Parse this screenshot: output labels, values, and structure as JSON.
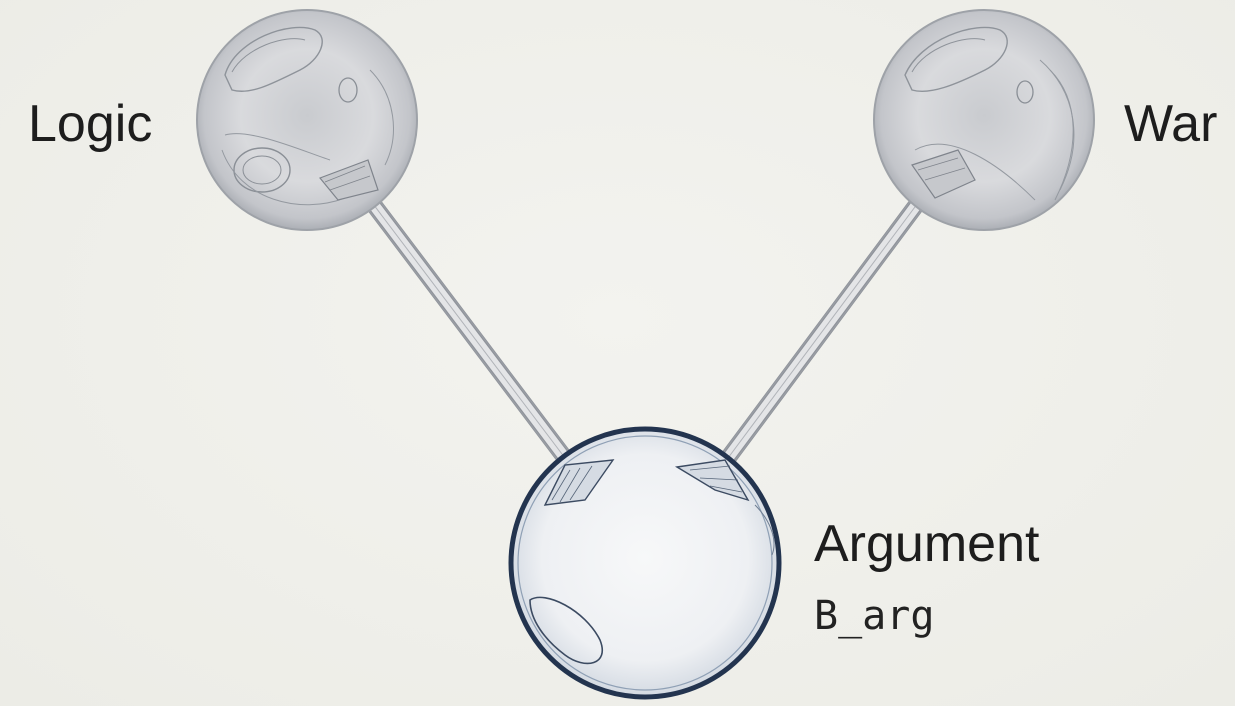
{
  "nodes": {
    "logic": {
      "label": "Logic"
    },
    "war": {
      "label": "War"
    },
    "argument": {
      "label": "Argument",
      "sublabel": "B_arg"
    }
  },
  "edges": [
    {
      "from": "logic",
      "to": "argument"
    },
    {
      "from": "war",
      "to": "argument"
    }
  ],
  "colors": {
    "background": "#efefea",
    "sphere_gray": "#b9bcc2",
    "sphere_dark_outline": "#23344f",
    "text": "#1d1d1d"
  }
}
